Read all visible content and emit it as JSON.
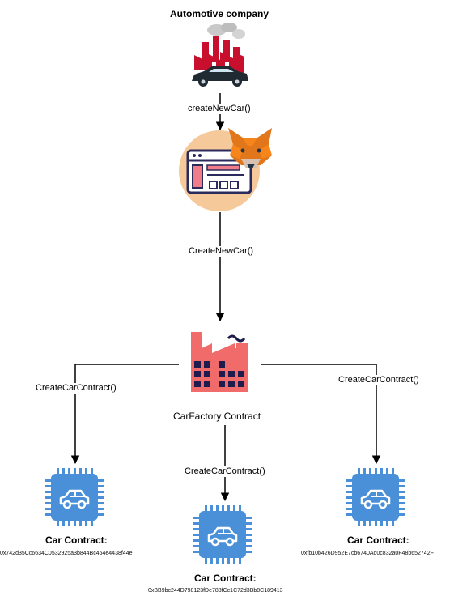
{
  "title": "Automotive company",
  "edges": {
    "create_new_car_1": "createNewCar()",
    "create_new_car_2": "CreateNewCar()",
    "create_car_left": "CreateCarContract()",
    "create_car_center": "CreateCarContract()",
    "create_car_right": "CreateCarContract()"
  },
  "factory_label": "CarFactory Contract",
  "cars": [
    {
      "label": "Car Contract:",
      "address": "0x742d35Cc6634C0532925a3b844Bc454e4438f44e"
    },
    {
      "label": "Car Contract:",
      "address": "0xBB9bc244D798123fDe783fCc1C72d3Bb8C189413"
    },
    {
      "label": "Car Contract:",
      "address": "0xfb10b426D952E7cb6740Ad0c832a0F48b652742F"
    }
  ],
  "colors": {
    "company_red": "#c8102e",
    "factory_pink": "#f26b6b",
    "chip_blue": "#4a90d9",
    "badge_peach": "#f5c99a"
  }
}
